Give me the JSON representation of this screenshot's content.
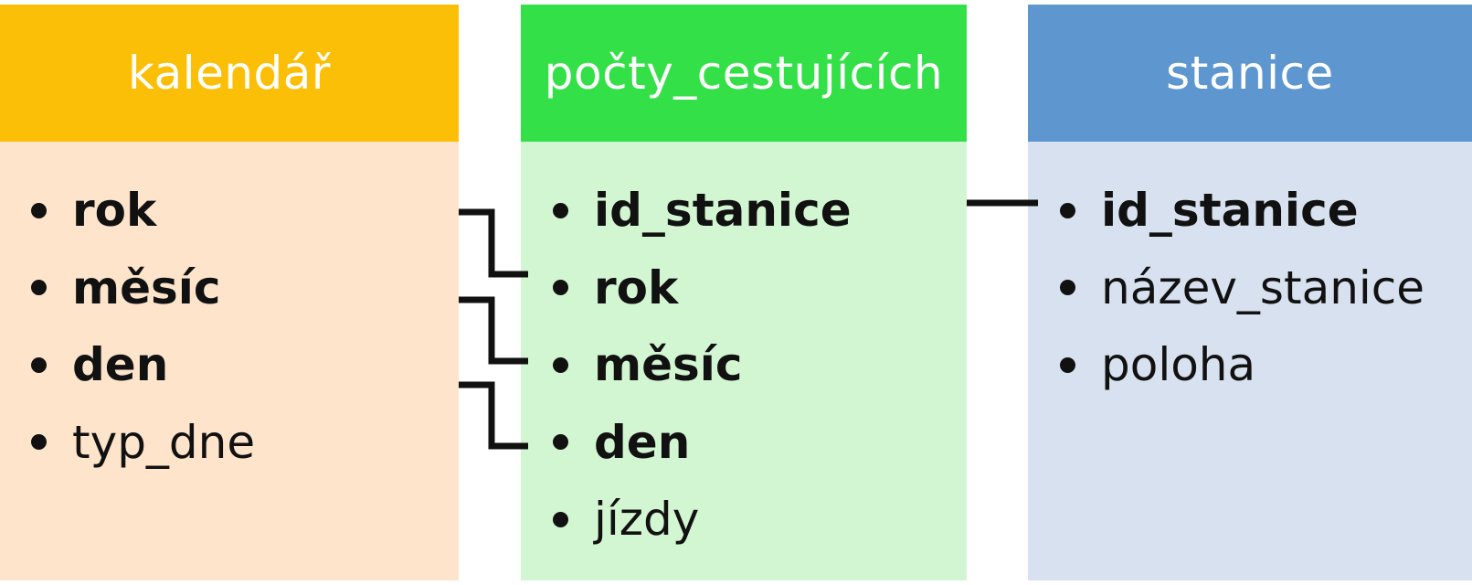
{
  "entities": {
    "kalendar": {
      "title": "kalendář",
      "attributes": [
        {
          "name": "rok",
          "key": true
        },
        {
          "name": "měsíc",
          "key": true
        },
        {
          "name": "den",
          "key": true
        },
        {
          "name": "typ_dne",
          "key": false
        }
      ]
    },
    "pocty_cestujicich": {
      "title": "počty_cestujících",
      "attributes": [
        {
          "name": "id_stanice",
          "key": true
        },
        {
          "name": "rok",
          "key": true
        },
        {
          "name": "měsíc",
          "key": true
        },
        {
          "name": "den",
          "key": true
        },
        {
          "name": "jízdy",
          "key": false
        }
      ]
    },
    "stanice": {
      "title": "stanice",
      "attributes": [
        {
          "name": "id_stanice",
          "key": true
        },
        {
          "name": "název_stanice",
          "key": false
        },
        {
          "name": "poloha",
          "key": false
        }
      ]
    }
  },
  "colors": {
    "kalendar_header": "#fcbf08",
    "kalendar_body": "#fde4cb",
    "pocty_header": "#34e047",
    "pocty_body": "#d3f6d2",
    "stanice_header": "#5e97d0",
    "stanice_body": "#d7e1ef",
    "connector": "#111111"
  }
}
